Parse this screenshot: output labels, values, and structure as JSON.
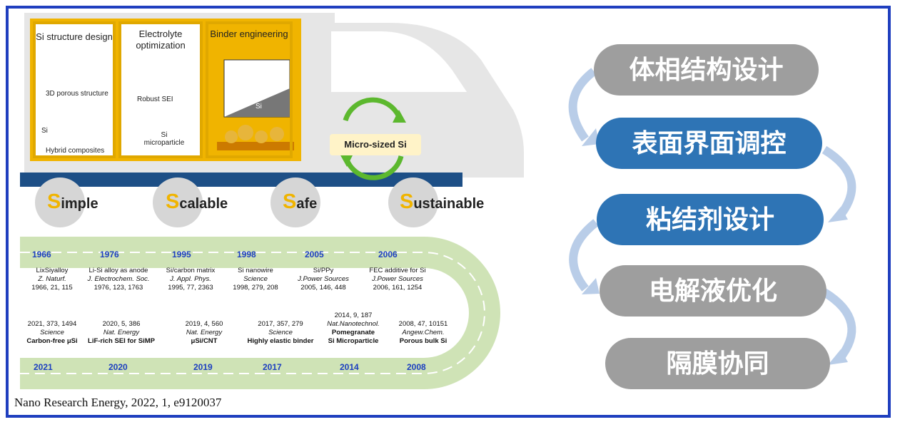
{
  "panels": {
    "p1_title": "Si structure design",
    "p1_porous": "3D porous structure",
    "p1_si": "Si",
    "p1_hybrid": "Hybrid composites",
    "p2_title": "Electrolyte optimization",
    "p2_sei": "Robust SEI",
    "p2_si_micro": "Si microparticle",
    "p3_title": "Binder engineering",
    "p3_si": "Si"
  },
  "micro_label": "Micro-sized Si",
  "wheels": [
    {
      "first": "S",
      "rest": "imple"
    },
    {
      "first": "S",
      "rest": "calable"
    },
    {
      "first": "S",
      "rest": "afe"
    },
    {
      "first": "S",
      "rest": "ustainable"
    }
  ],
  "timeline_top": [
    {
      "year": "1966",
      "l1": "LixSiyalloy",
      "l2": "Z. Naturf.",
      "l3": "1966, 21, 115"
    },
    {
      "year": "1976",
      "l1": "Li-Si alloy as anode",
      "l2": "J. Electrochem. Soc.",
      "l3": "1976, 123, 1763"
    },
    {
      "year": "1995",
      "l1": "Si/carbon matrix",
      "l2": "J. Appl. Phys.",
      "l3": "1995, 77, 2363"
    },
    {
      "year": "1998",
      "l1": "Si nanowire",
      "l2": "Science",
      "l3": "1998, 279, 208"
    },
    {
      "year": "2005",
      "l1": "Si/PPy",
      "l2": "J.Power Sources",
      "l3": "2005, 146, 448"
    },
    {
      "year": "2006",
      "l1": "FEC additive for Si",
      "l2": "J.Power Sources",
      "l3": "2006, 161, 1254"
    }
  ],
  "timeline_bottom": [
    {
      "year": "2021",
      "l0": "",
      "l1": "2021, 373, 1494",
      "l2": "Science",
      "l3": "Carbon-free μSi"
    },
    {
      "year": "2020",
      "l0": "",
      "l1": "2020, 5, 386",
      "l2": "Nat. Energy",
      "l3": "LiF-rich SEI for SiMP"
    },
    {
      "year": "2019",
      "l0": "",
      "l1": "2019, 4, 560",
      "l2": "Nat. Energy",
      "l3": "μSi/CNT"
    },
    {
      "year": "2017",
      "l0": "",
      "l1": "2017, 357, 279",
      "l2": "Science",
      "l3": "Highly elastic binder"
    },
    {
      "year": "2014",
      "l0": "2014, 9, 187",
      "l1": "Nat.Nanotechnol.",
      "l2": "Pomegranate",
      "l3": "Si Microparticle"
    },
    {
      "year": "2008",
      "l0": "",
      "l1": "2008, 47, 10151",
      "l2": "Angew.Chem.",
      "l3": "Porous bulk Si"
    }
  ],
  "citation": "Nano Research Energy, 2022, 1, e9120037",
  "steps": [
    {
      "label": "体相结构设计",
      "color": "gray"
    },
    {
      "label": "表面界面调控",
      "color": "blue"
    },
    {
      "label": "粘结剂设计",
      "color": "blue"
    },
    {
      "label": "电解液优化",
      "color": "gray"
    },
    {
      "label": "隔膜协同",
      "color": "gray"
    }
  ],
  "colors": {
    "accent_blue": "#2e74b5",
    "gray_pill": "#9e9e9e",
    "panel_border": "#e0a800",
    "year_blue": "#1c3fc0"
  }
}
